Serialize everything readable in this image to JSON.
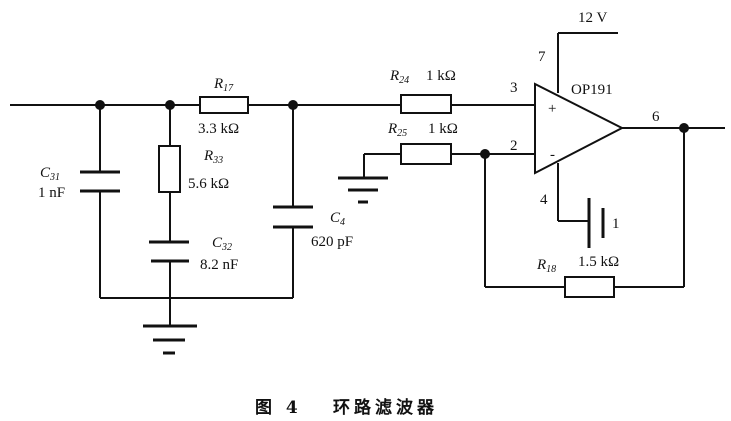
{
  "caption": {
    "figure_label": "图 4",
    "title": "环路滤波器"
  },
  "components": {
    "C31": {
      "name": "C",
      "sub": "31",
      "value": "1 nF"
    },
    "R33": {
      "name": "R",
      "sub": "33",
      "value": "5.6 kΩ"
    },
    "C32": {
      "name": "C",
      "sub": "32",
      "value": "8.2 nF"
    },
    "R17": {
      "name": "R",
      "sub": "17",
      "value": "3.3 kΩ"
    },
    "C4": {
      "name": "C",
      "sub": "4",
      "value": "620 pF"
    },
    "R24": {
      "name": "R",
      "sub": "24",
      "value": "1 kΩ"
    },
    "R25": {
      "name": "R",
      "sub": "25",
      "value": "1 kΩ"
    },
    "R18": {
      "name": "R",
      "sub": "18",
      "value": "1.5 kΩ"
    },
    "opamp": {
      "name": "OP191",
      "plus": "+",
      "minus": "-"
    },
    "battery": {
      "label": "1"
    }
  },
  "pins": {
    "p3": "3",
    "p2": "2",
    "p7": "7",
    "p4": "4",
    "p6": "6"
  },
  "supply": {
    "label": "12 V"
  }
}
